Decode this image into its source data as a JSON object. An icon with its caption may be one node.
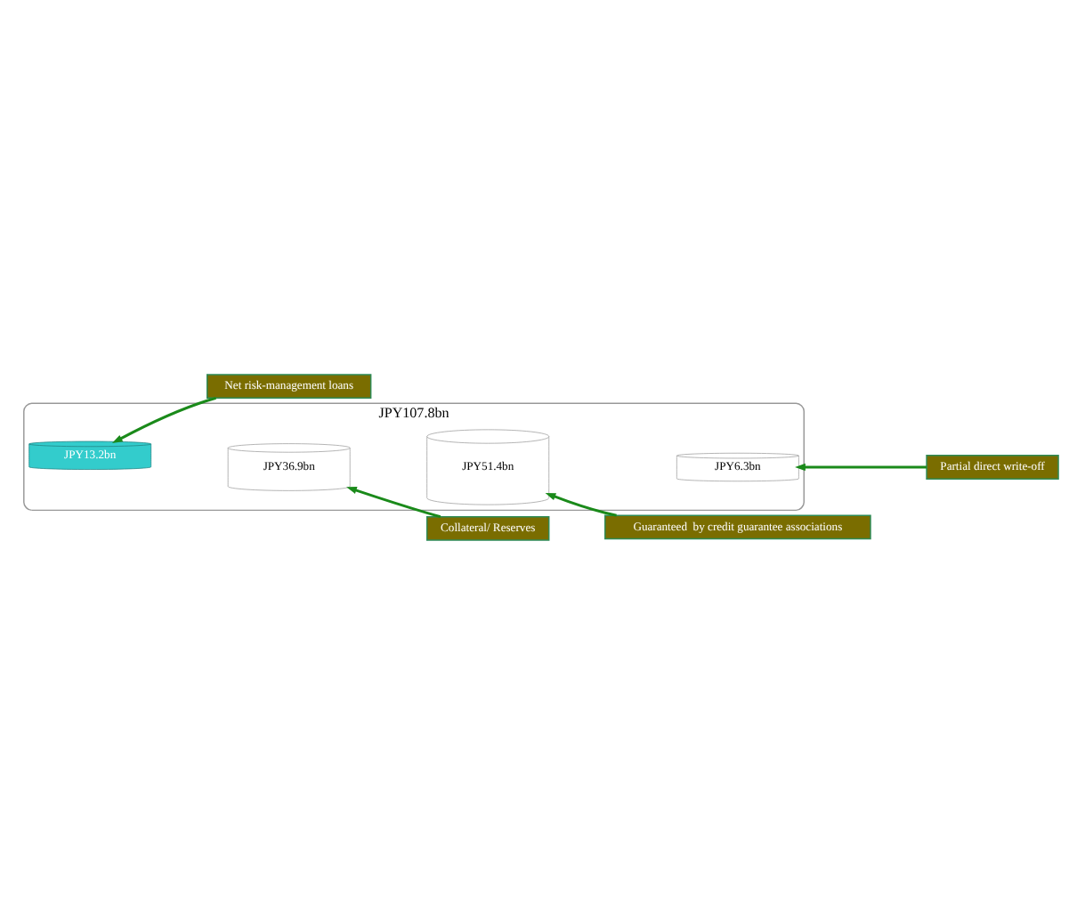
{
  "diagram": {
    "nodes": [
      {
        "text": [
          "JPY107.8bn"
        ]
      },
      {
        "text": [
          "JPY6.3bn"
        ],
        "in": 0
      },
      {
        "text": [
          "JPY51.4bn"
        ],
        "in": 0
      },
      {
        "text": [
          "JPY36.9bn"
        ],
        "in": 0
      },
      {
        "text": [
          "JPY13.2bn"
        ],
        "in": 0
      },
      {
        "text": [
          "Partial direct write-off"
        ]
      },
      {
        "text": [
          "Guaranteed  by credit guarantee associations"
        ]
      },
      {
        "text": [
          "Collateral/ Reserves"
        ]
      },
      {
        "text": [
          "Net risk-management loans"
        ]
      }
    ],
    "edges": [
      {
        "from": 5,
        "to": 1,
        "arrow": "to"
      },
      {
        "from": 6,
        "to": 2,
        "arrow": "to"
      },
      {
        "from": 7,
        "to": 3,
        "arrow": "to"
      },
      {
        "from": 8,
        "to": 4,
        "arrow": "to"
      }
    ]
  }
}
